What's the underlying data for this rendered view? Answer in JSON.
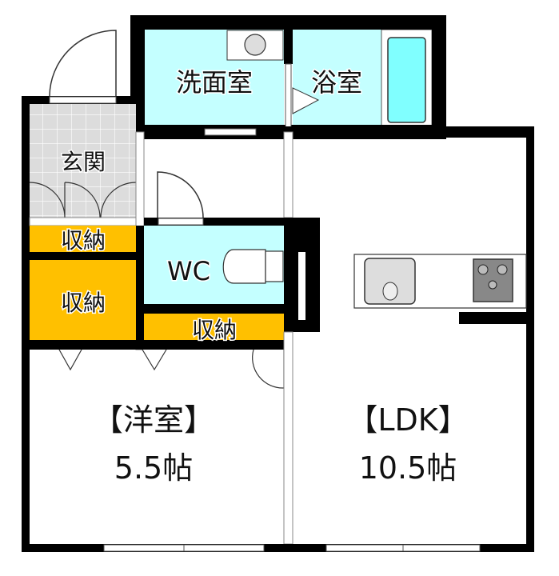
{
  "title": "間取り図",
  "rooms": {
    "washroom": "洗面室",
    "bathroom": "浴室",
    "entrance": "玄関",
    "storage_1": "収納",
    "storage_2": "収納",
    "storage_3": "収納",
    "wc": "WC",
    "western_room_name": "【洋室】",
    "western_room_size": "5.5帖",
    "ldk_name": "【LDK】",
    "ldk_size": "10.5帖"
  },
  "colors": {
    "wall": "#000000",
    "wet_area": "#c4ffff",
    "bathtub": "#80ffff",
    "storage": "#ffc000",
    "entrance_tile": "#dcdcdc"
  }
}
